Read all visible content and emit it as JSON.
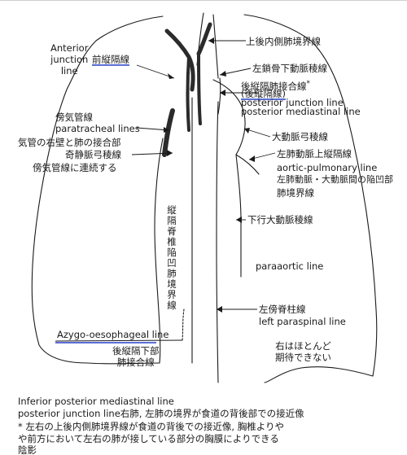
{
  "labels": {
    "anterior_junction_en": "Anterior\njunction\nline",
    "anterior_junction_jp": "前縦隔線",
    "upper_posterior_medial": "上後内側肺境界線",
    "left_subclavian": "左鎖骨下動脈稜線",
    "posterior_junction_jp": "後縦隔肺接合線",
    "posterior_junction_paren": "(後縦隔線)",
    "asterisk": "*",
    "posterior_junction_en": "posterior junction line",
    "posterior_mediastinal_en": "posterior mediastinal line",
    "paratracheal_jp": "傍気管線",
    "paratracheal_en": "paratracheal lines",
    "tracheal_wall_jp": "気管の右壁と肺の接合部",
    "azygos_arch": "奇静脈弓稜線",
    "continuous_with_paratracheal": "傍気管線に連続する",
    "aortic_arch": "大動脈弓稜線",
    "left_pulmonary_upper": "左肺動脈上縦隔線",
    "aortic_pulmonary_en": "aortic-pulmonary line",
    "left_pa_aorta_window": "左肺動脈・大動脈間の陥凹部",
    "lung_border_line": "肺境界線",
    "descending_aorta": "下行大動脈稜線",
    "vertical_paraspinal": "縦隔脊椎陥凹肺境界線",
    "paraaortic_en": "paraaortic line",
    "left_paraspinal_jp": "左傍脊柱線",
    "left_paraspinal_en": "left paraspinal line",
    "rarely_expected": "右はほとんど\n期待できない",
    "azygo_oesophageal_en": "Azygo-oesophageal line",
    "lower_posterior_jp": "後縦隔下部\n肺接合線"
  },
  "caption": {
    "line1": "Inferior posterior mediastinal line",
    "line2": "posterior junction line右肺, 左肺の境界が食道の背後部での接近像",
    "line3": "* 左右の上後内側肺境界線が食道の背後での接近像, 胸椎よりや",
    "line4": "  や前方において左右の肺が接している部分の胸膜によりできる",
    "line5": "  陰影"
  },
  "colors": {
    "ink": "#1a1a1a",
    "underline_blue": "#5b6fd6",
    "mediastinal_line": "#2b2b2b"
  }
}
